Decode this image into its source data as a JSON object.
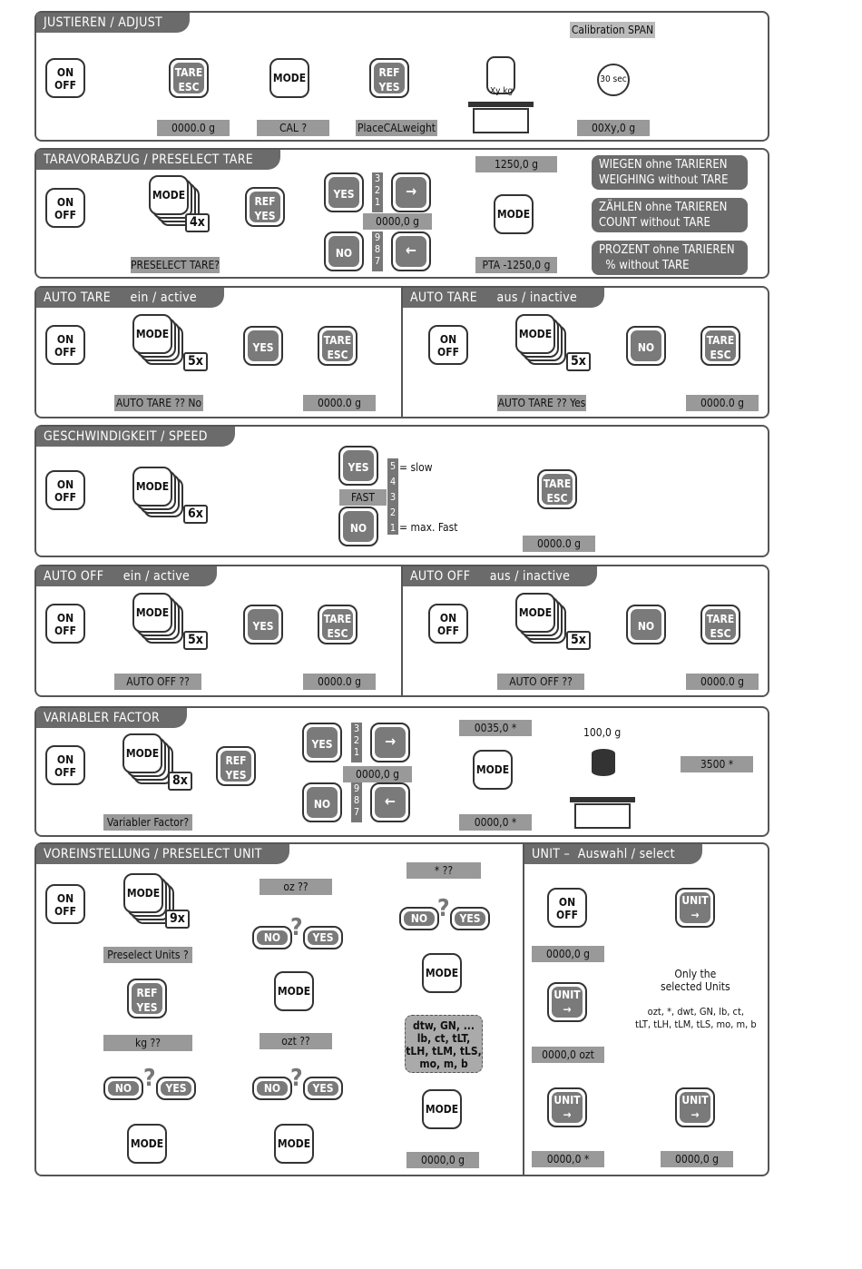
{
  "panels": {
    "adjust": {
      "title": "JUSTIEREN / ADJUST",
      "d1": "0000.0 g",
      "d2": "CAL ?",
      "d3": "PlaceCALweight",
      "d4": "00Xy,0 g",
      "cal": "Calibration SPAN",
      "clock": "30 sec",
      "weight": "Xy kg"
    },
    "preselect_tare": {
      "title": "TARAVORABZUG / PRESELECT TARE",
      "d1": "PRESELECT TARE?",
      "d2": "0000,0 g",
      "d3": "1250,0 g",
      "d4": "PTA  -1250,0 g",
      "n1": "WIEGEN ohne TARIEREN\nWEIGHING without TARE",
      "n2": "ZÄHLEN ohne TARIEREN\nCOUNT without TARE",
      "n3": "PROZENT ohne TARIEREN\n  % without TARE",
      "count": "4x"
    },
    "auto_tare_on": {
      "title": "AUTO TARE     ein / active",
      "d1": "AUTO TARE ??  No",
      "d2": "0000.0 g",
      "count": "5x"
    },
    "auto_tare_off": {
      "title": "AUTO TARE     aus / inactive",
      "d1": "AUTO TARE ??  Yes",
      "d2": "0000.0 g",
      "count": "5x"
    },
    "speed": {
      "title": "GESCHWINDIGKEIT / SPEED",
      "fast": "FAST",
      "slow": "= slow",
      "maxfast": "= max. Fast",
      "d1": "0000.0 g",
      "count": "6x"
    },
    "auto_off_on": {
      "title": "AUTO OFF     ein / active",
      "d1": "AUTO OFF ??",
      "d2": "0000.0 g",
      "count": "5x"
    },
    "auto_off_off": {
      "title": "AUTO OFF     aus / inactive",
      "d1": "AUTO OFF ??",
      "d2": "0000.0 g",
      "count": "5x"
    },
    "factor": {
      "title": "VARIABLER FACTOR",
      "d1": "Variabler Factor?",
      "d2": "0000,0 g",
      "d3": "0035,0 *",
      "d4": "0000,0 *",
      "d5": "3500 *",
      "w": "100,0 g",
      "count": "8x"
    },
    "unit": {
      "title": "VOREINSTELLUNG / PRESELECT UNIT",
      "count": "9x",
      "d1": "Preselect Units ?",
      "d2": "kg  ??",
      "d3": "oz ??",
      "d4": "ozt  ??",
      "d5": "*         ??",
      "d6": "0000,0 g",
      "list": "dtw, GN, ...\nlb, ct, tLT,\ntLH, tLM, tLS,\nmo, m, b"
    },
    "unit_select": {
      "title": "UNIT –  Auswahl / select",
      "d1": "0000,0 g",
      "d2": "0000,0 ozt",
      "d3": "0000,0 *",
      "d4": "0000,0 g",
      "only": "Only the\nselected Units",
      "list": "ozt, *, dwt, GN, lb, ct,\ntLT, tLH, tLM, tLS, mo, m, b"
    }
  },
  "keys": {
    "on": "ON",
    "off": "OFF",
    "tare": "TARE",
    "esc": "ESC",
    "mode": "MODE",
    "ref": "REF",
    "yes": "YES",
    "no": "NO",
    "unit": "UNIT"
  },
  "digits_top": [
    "3",
    "2",
    "1"
  ],
  "digits_bot": [
    "9",
    "8",
    "7"
  ],
  "speed_digits": [
    "5",
    "4",
    "3",
    "2",
    "1"
  ],
  "colors": {
    "panel_title": "#6b6b6b",
    "display": "#999999",
    "border": "#555555"
  }
}
